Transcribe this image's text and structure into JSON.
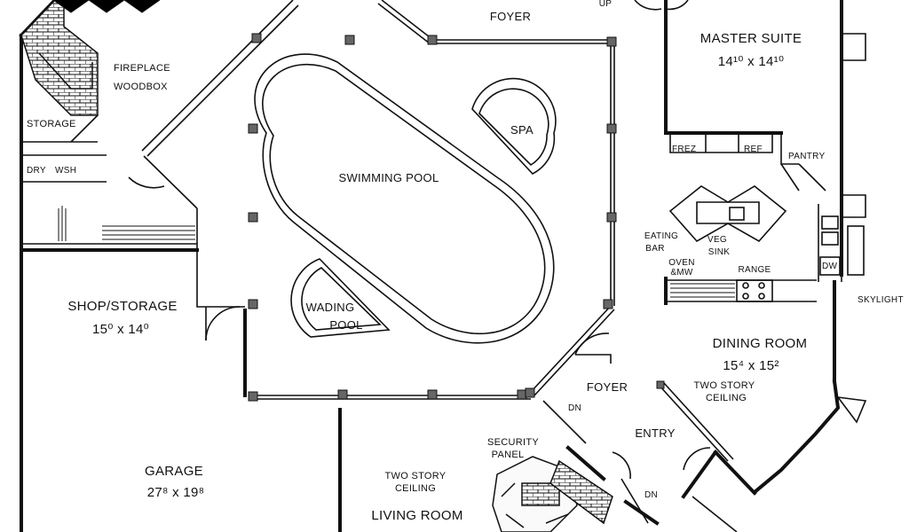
{
  "rooms": {
    "foyer_top": "FOYER",
    "up": "UP",
    "master_suite": {
      "name": "MASTER SUITE",
      "size": "14¹⁰ x 14¹⁰"
    },
    "fireplace": "FIREPLACE",
    "woodbox": "WOODBOX",
    "storage": "STORAGE",
    "dry": "DRY",
    "wsh": "WSH",
    "spa": "SPA",
    "swimming_pool": "SWIMMING POOL",
    "frez": "FREZ",
    "ref": "REF",
    "pantry": "PANTRY",
    "eating_bar": {
      "line1": "EATING",
      "line2": "BAR"
    },
    "veg_sink": {
      "line1": "VEG",
      "line2": "SINK"
    },
    "oven": {
      "line1": "OVEN",
      "line2": "&MW"
    },
    "range": "RANGE",
    "dw": "DW",
    "skylight": "SKYLIGHT",
    "shop_storage": {
      "name": "SHOP/STORAGE",
      "size": "15⁰ x 14⁰"
    },
    "wading_pool": {
      "line1": "WADING",
      "line2": "POOL"
    },
    "dining_room": {
      "name": "DINING ROOM",
      "size": "15⁴ x 15²"
    },
    "foyer_bottom": "FOYER",
    "two_story_ceiling_right": {
      "line1": "TWO STORY",
      "line2": "CEILING"
    },
    "dn_top": "DN",
    "entry": "ENTRY",
    "security_panel": {
      "line1": "SECURITY",
      "line2": "PANEL"
    },
    "dn_bottom": "DN",
    "garage": {
      "name": "GARAGE",
      "size": "27⁸ x 19⁸"
    },
    "two_story_ceiling_left": {
      "line1": "TWO STORY",
      "line2": "CEILING"
    },
    "living_room": "LIVING ROOM"
  }
}
